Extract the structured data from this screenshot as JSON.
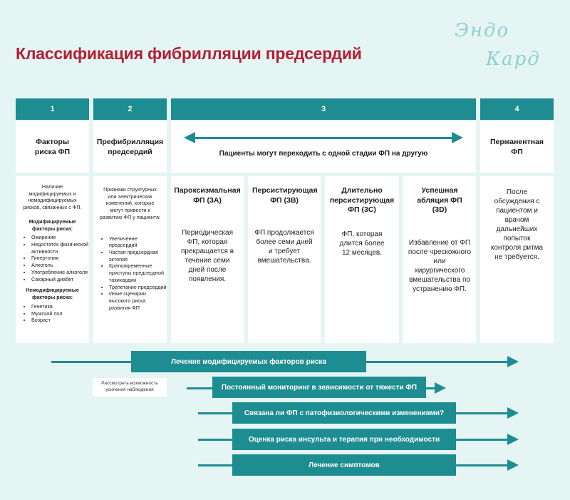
{
  "title": "Классификация фибрилляции предсердий",
  "logo": {
    "line1": "Эндо",
    "line2": "Кард"
  },
  "stages": [
    {
      "num": "1",
      "heading": "Факторы риска ФП"
    },
    {
      "num": "2",
      "heading": "Префибрилляция предсердий"
    },
    {
      "num": "3",
      "heading": "Пациенты могут переходить с одной стадии ФП на другую"
    },
    {
      "num": "4",
      "heading": "Перманентная ФП"
    }
  ],
  "col1": {
    "intro": "Наличие модифицируемых и немодифицируемых рисков, связанных с ФП.",
    "mod_title": "Модифицируемые факторы риска:",
    "mod_items": [
      "Ожирение",
      "Недостаток физической активности",
      "Гипертония",
      "Алкоголь",
      "Употребление алкоголя",
      "Сахарный диабет"
    ],
    "nonmod_title": "Немодифицируемые факторы риска:",
    "nonmod_items": [
      "Генетика",
      "Мужской пол",
      "Возраст"
    ]
  },
  "col2": {
    "intro": "Признаки структурных или электрических изменений, которые могут привести к развитию ФП у пациента:",
    "items": [
      "Увеличение предсердий",
      "Частая предсердная эктопия",
      "Кратковременные приступы предсердной тахикардии",
      "Трепетание предсердий",
      "Иные сценарии высокого риска развития ФП"
    ]
  },
  "substages": [
    {
      "title": "Пароксизмальная ФП (3А)",
      "text": "Периодическая ФП, которая прекращается в течение семи дней после появления."
    },
    {
      "title": "Персистирующая ФП (3В)",
      "text": "ФП продолжается более семи дней и требует вмешательства."
    },
    {
      "title": "Длительно персистирующая ФП (3С)",
      "text": "ФП, которая длится более 12 месяцев."
    },
    {
      "title": "Успешная абляция ФП (3D)",
      "text": "Избавление от ФП после чрескожного или хирургического вмешательства по устранению ФП."
    }
  ],
  "col4": {
    "text": "После обсуждения с пациентом и врачом дальнейших попыток контроля ритма не требуется."
  },
  "note": "Рассмотреть возможность усиления наблюдения",
  "bars": [
    "Лечение модифицируемых факторов риска",
    "Постоянный мониторинг в зависимости от тяжести ФП",
    "Связана ли ФП с патофизиологическими изменениями?",
    "Оценка риска инсульта и терапия при необходимости",
    "Лечение симптомов"
  ],
  "colors": {
    "teal": "#1d8d92",
    "title_red": "#b31e33",
    "background": "#e5f5f4",
    "logo": "#8fd0cb"
  }
}
